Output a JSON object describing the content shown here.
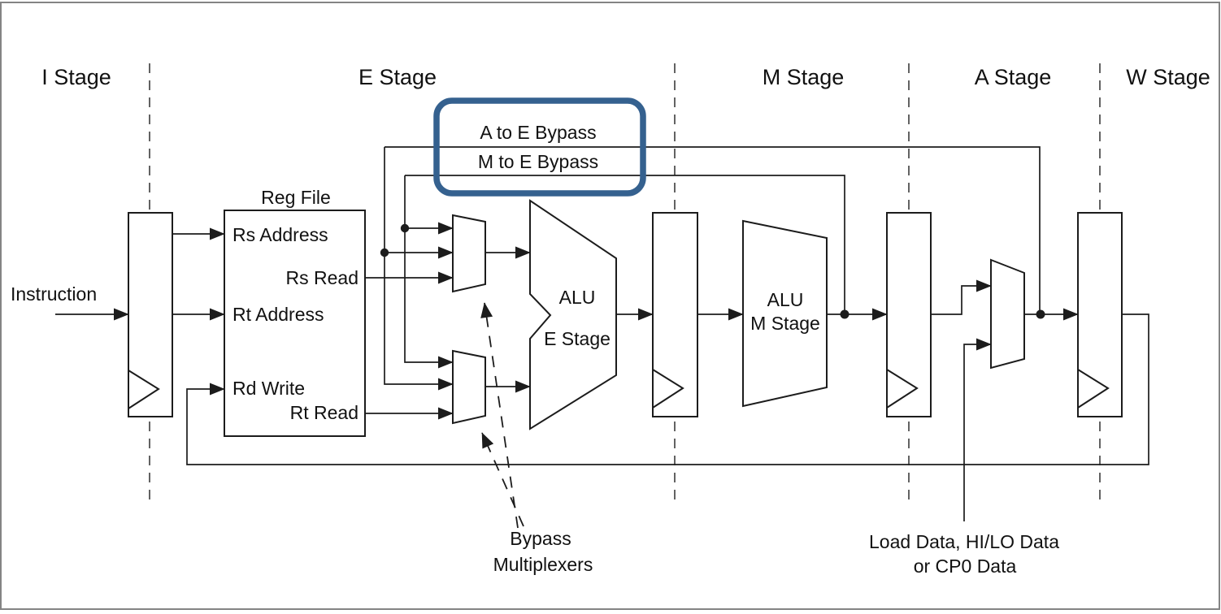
{
  "stages": [
    "I Stage",
    "E Stage",
    "M Stage",
    "A Stage",
    "W Stage"
  ],
  "highlight": {
    "label_a": "A to E Bypass",
    "label_m": "M to E Bypass",
    "border_color": "#35618F"
  },
  "reg_file": {
    "title": "Reg File",
    "rs_address": "Rs Address",
    "rs_read": "Rs Read",
    "rt_address": "Rt Address",
    "rd_write": "Rd Write",
    "rt_read": "Rt Read"
  },
  "alu_e": {
    "name": "ALU",
    "stage": "E Stage"
  },
  "alu_m": {
    "name": "ALU",
    "stage": "M Stage"
  },
  "annotations": {
    "instruction": "Instruction",
    "bypass_muxes_line1": "Bypass",
    "bypass_muxes_line2": "Multiplexers",
    "load_data_line1": "Load Data, HI/LO Data",
    "load_data_line2": "or CP0 Data"
  },
  "colors": {
    "line": "#1c1c1c",
    "background": "#ffffff",
    "frame_border": "#848484",
    "highlight_border": "#35618F"
  }
}
